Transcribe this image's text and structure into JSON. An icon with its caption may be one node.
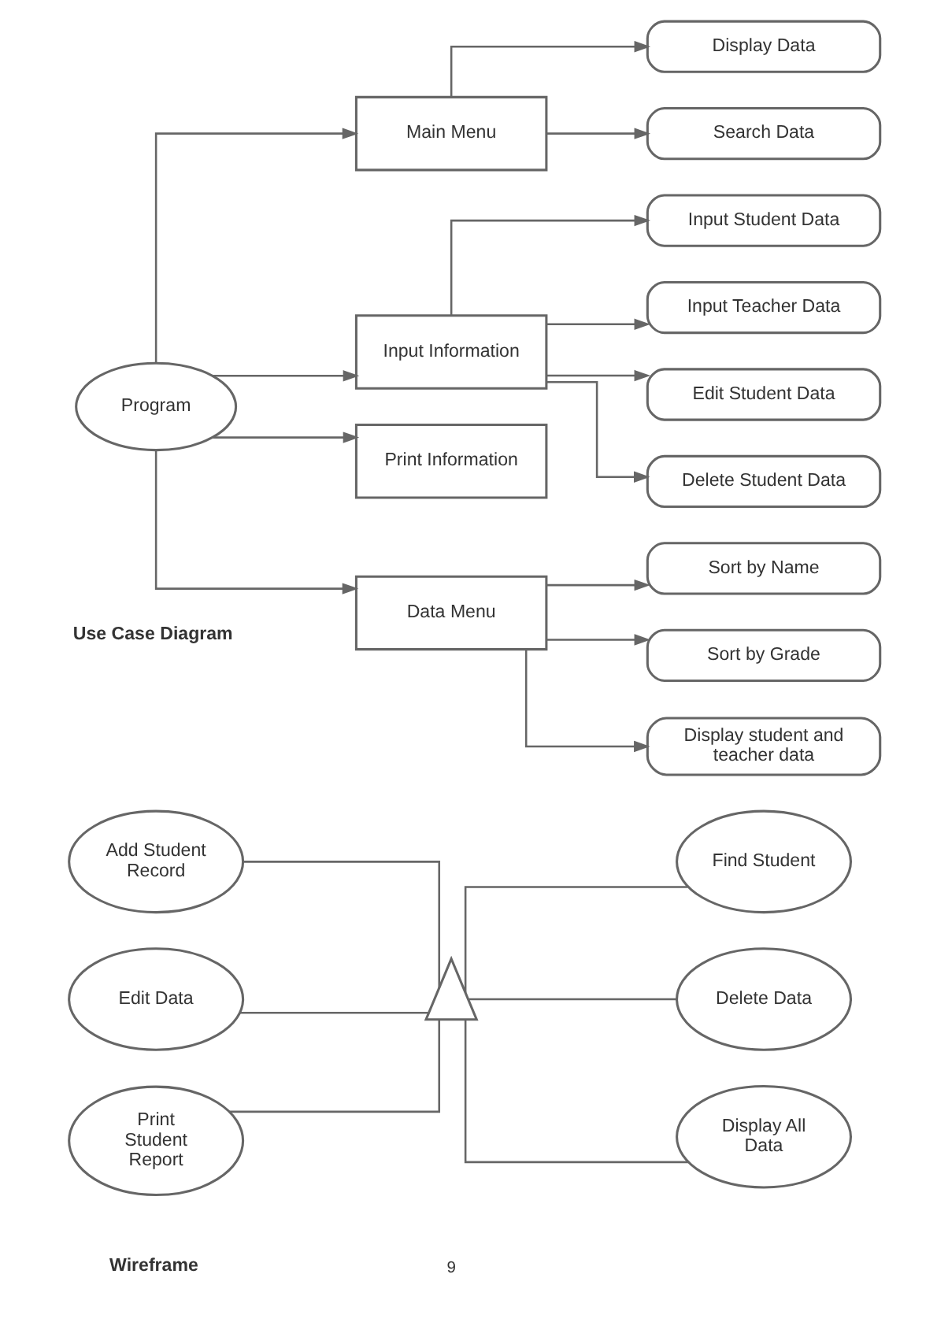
{
  "diagram": {
    "nodes": [
      {
        "text": [
          "Program"
        ]
      },
      {
        "text": [
          "Main Menu"
        ]
      },
      {
        "text": [
          "Display Data"
        ]
      },
      {
        "text": [
          "Search Data"
        ]
      },
      {
        "text": [
          "Input Information"
        ]
      },
      {
        "text": [
          "Input Student Data"
        ]
      },
      {
        "text": [
          "Input Teacher Data"
        ]
      },
      {
        "text": [
          "Edit Student Data"
        ]
      },
      {
        "text": [
          "Delete Student Data"
        ]
      },
      {
        "text": [
          "Print Information"
        ]
      },
      {
        "text": [
          "Data Menu"
        ]
      },
      {
        "text": [
          "Sort by Name"
        ]
      },
      {
        "text": [
          "Sort by Grade"
        ]
      },
      {
        "text": [
          "Display student and teacher data"
        ]
      },
      {
        "text": [],
        "shape": "person"
      },
      {
        "text": [
          "Add Student Record"
        ]
      },
      {
        "text": [
          "Find Student"
        ]
      },
      {
        "text": [
          "Edit Data"
        ]
      },
      {
        "text": [
          "Delete Data"
        ]
      },
      {
        "text": [
          "Print Student Report"
        ]
      },
      {
        "text": [
          "Display All Data"
        ]
      }
    ],
    "edges": [
      {
        "from": 0,
        "to": 1,
        "arrow": "to"
      },
      {
        "from": 0,
        "to": 4,
        "arrow": "to"
      },
      {
        "from": 0,
        "to": 9,
        "arrow": "to"
      },
      {
        "from": 0,
        "to": 10,
        "arrow": "to"
      },
      {
        "from": 1,
        "to": 2,
        "arrow": "to"
      },
      {
        "from": 1,
        "to": 3,
        "arrow": "to"
      },
      {
        "from": 4,
        "to": 5,
        "arrow": "to"
      },
      {
        "from": 4,
        "to": 6,
        "arrow": "to"
      },
      {
        "from": 4,
        "to": 7,
        "arrow": "to"
      },
      {
        "from": 4,
        "to": 8,
        "arrow": "to"
      },
      {
        "from": 10,
        "to": 11,
        "arrow": "to"
      },
      {
        "from": 10,
        "to": 12,
        "arrow": "to"
      },
      {
        "from": 10,
        "to": 13,
        "arrow": "to"
      },
      {
        "from": 14,
        "to": 15,
        "arrow": "none"
      },
      {
        "from": 14,
        "to": 16,
        "arrow": "none"
      },
      {
        "from": 14,
        "to": 17,
        "arrow": "none"
      },
      {
        "from": 14,
        "to": 18,
        "arrow": "none"
      },
      {
        "from": 14,
        "to": 19,
        "arrow": "none"
      },
      {
        "from": 14,
        "to": 20,
        "arrow": "none"
      }
    ],
    "labels": [
      "Use Case Diagram",
      "Wireframe",
      "9"
    ]
  }
}
